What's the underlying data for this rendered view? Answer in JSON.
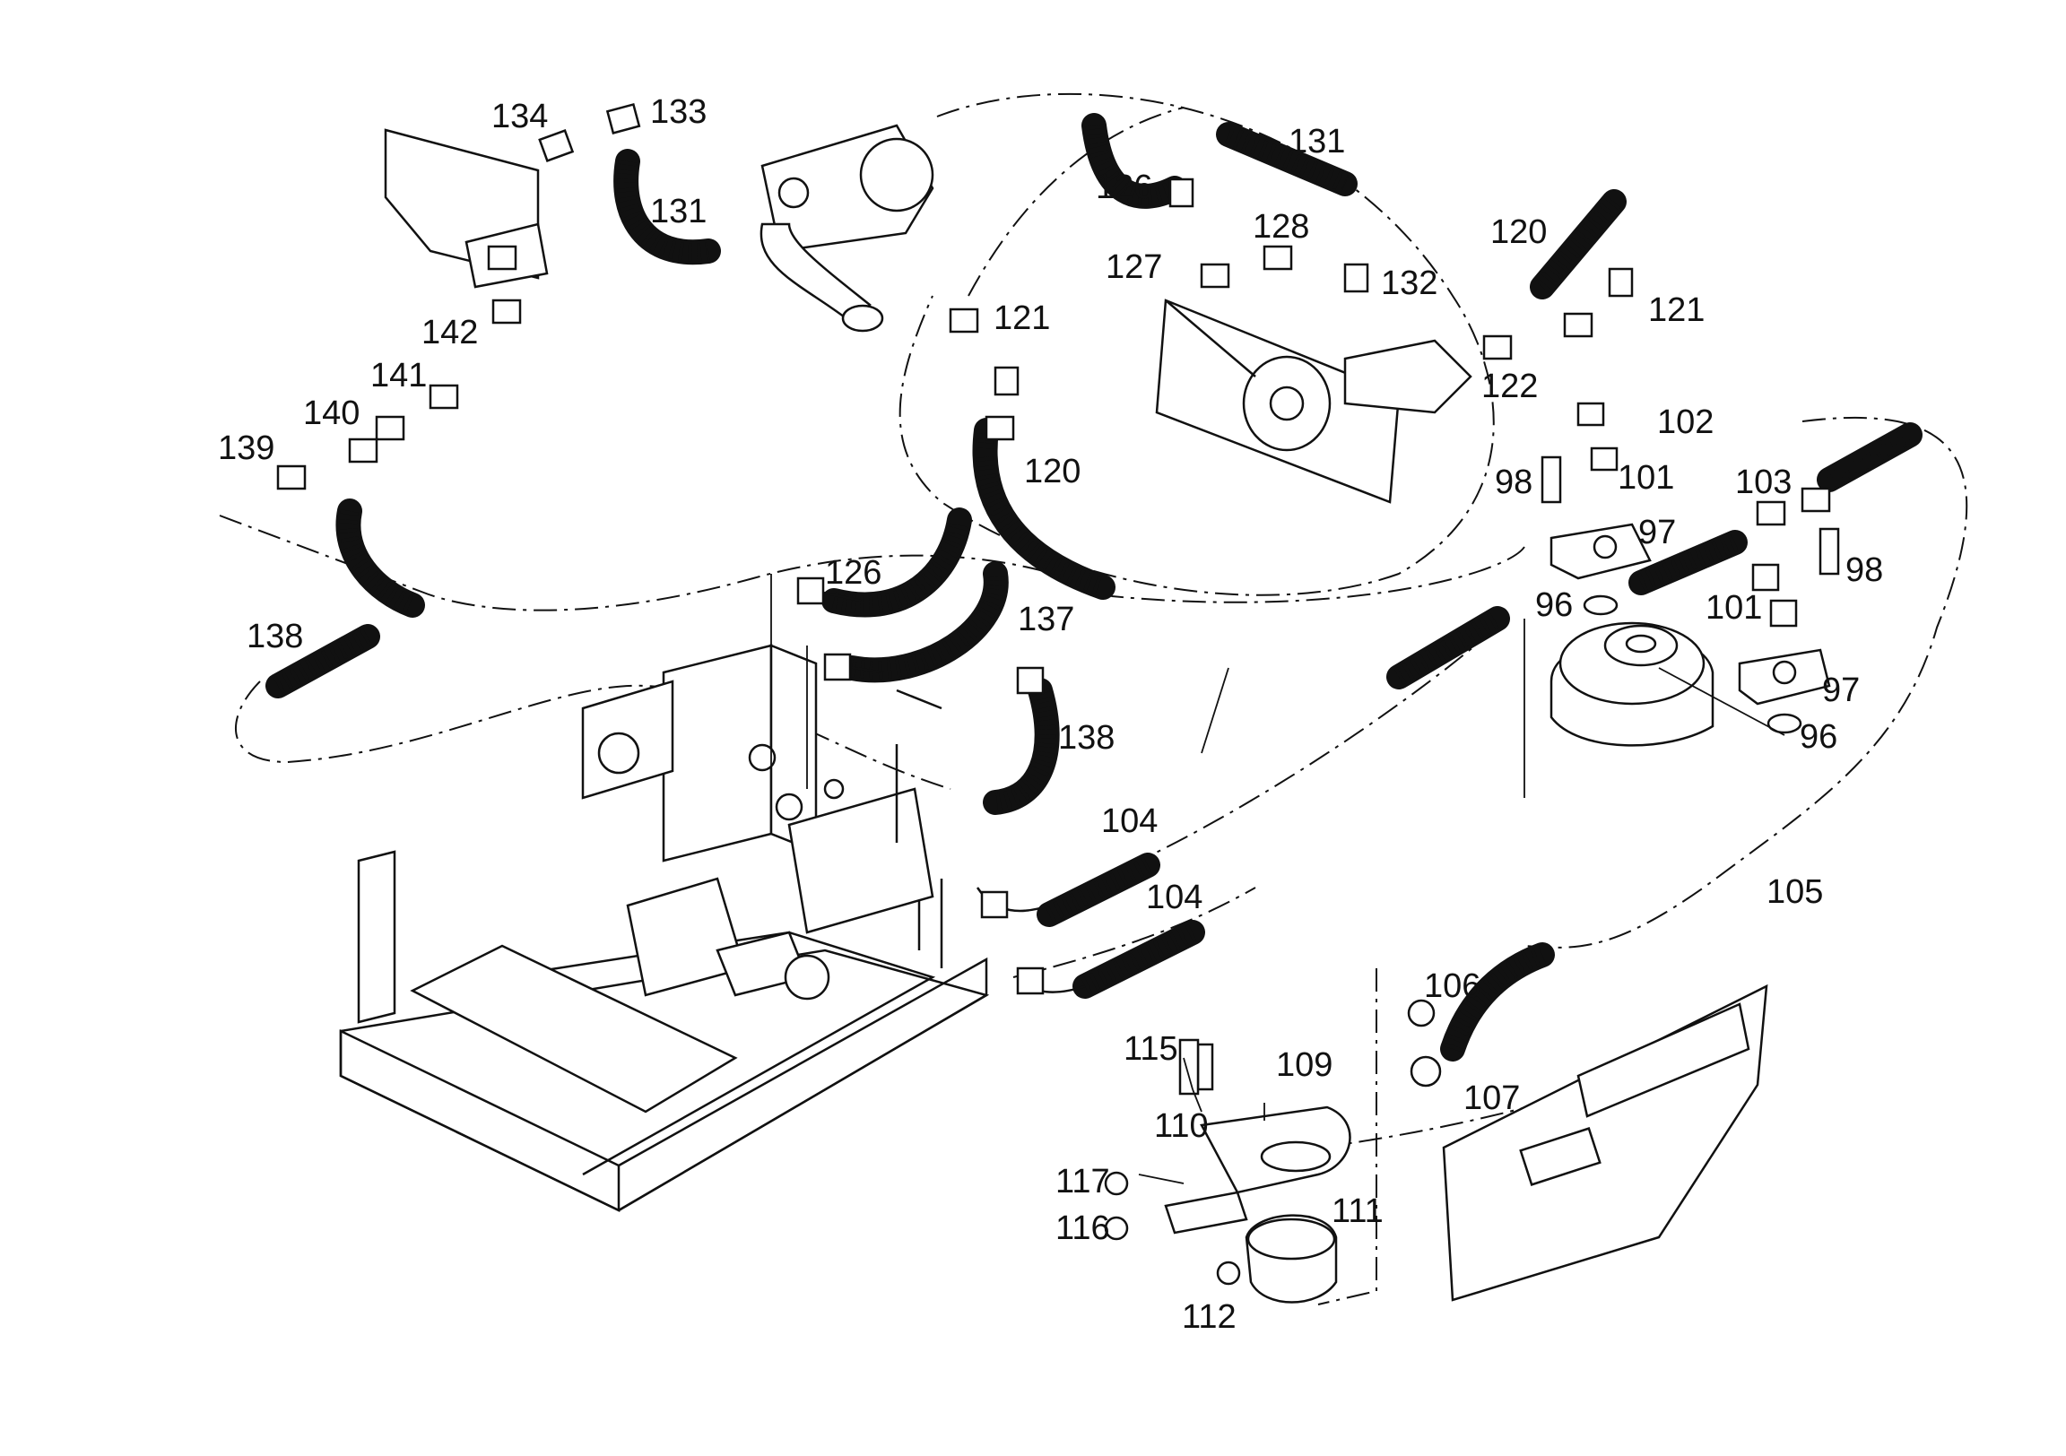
{
  "labels": [
    {
      "id": "134",
      "text": "134"
    },
    {
      "id": "133",
      "text": "133"
    },
    {
      "id": "131a",
      "text": "131"
    },
    {
      "id": "131b",
      "text": "131"
    },
    {
      "id": "126a",
      "text": "126"
    },
    {
      "id": "128",
      "text": "128"
    },
    {
      "id": "127",
      "text": "127"
    },
    {
      "id": "132",
      "text": "132"
    },
    {
      "id": "120a",
      "text": "120"
    },
    {
      "id": "121a",
      "text": "121"
    },
    {
      "id": "121b",
      "text": "121"
    },
    {
      "id": "122",
      "text": "122"
    },
    {
      "id": "142",
      "text": "142"
    },
    {
      "id": "141",
      "text": "141"
    },
    {
      "id": "140",
      "text": "140"
    },
    {
      "id": "139",
      "text": "139"
    },
    {
      "id": "120b",
      "text": "120"
    },
    {
      "id": "102",
      "text": "102"
    },
    {
      "id": "98a",
      "text": "98"
    },
    {
      "id": "101a",
      "text": "101"
    },
    {
      "id": "103",
      "text": "103"
    },
    {
      "id": "97a",
      "text": "97"
    },
    {
      "id": "98b",
      "text": "98"
    },
    {
      "id": "96a",
      "text": "96"
    },
    {
      "id": "101b",
      "text": "101"
    },
    {
      "id": "126b",
      "text": "126"
    },
    {
      "id": "137",
      "text": "137"
    },
    {
      "id": "138a",
      "text": "138"
    },
    {
      "id": "138b",
      "text": "138"
    },
    {
      "id": "97b",
      "text": "97"
    },
    {
      "id": "96b",
      "text": "96"
    },
    {
      "id": "104a",
      "text": "104"
    },
    {
      "id": "104b",
      "text": "104"
    },
    {
      "id": "105",
      "text": "105"
    },
    {
      "id": "106",
      "text": "106"
    },
    {
      "id": "115",
      "text": "115"
    },
    {
      "id": "109",
      "text": "109"
    },
    {
      "id": "107",
      "text": "107"
    },
    {
      "id": "110",
      "text": "110"
    },
    {
      "id": "117",
      "text": "117"
    },
    {
      "id": "111",
      "text": "111"
    },
    {
      "id": "116",
      "text": "116"
    },
    {
      "id": "112",
      "text": "112"
    }
  ]
}
